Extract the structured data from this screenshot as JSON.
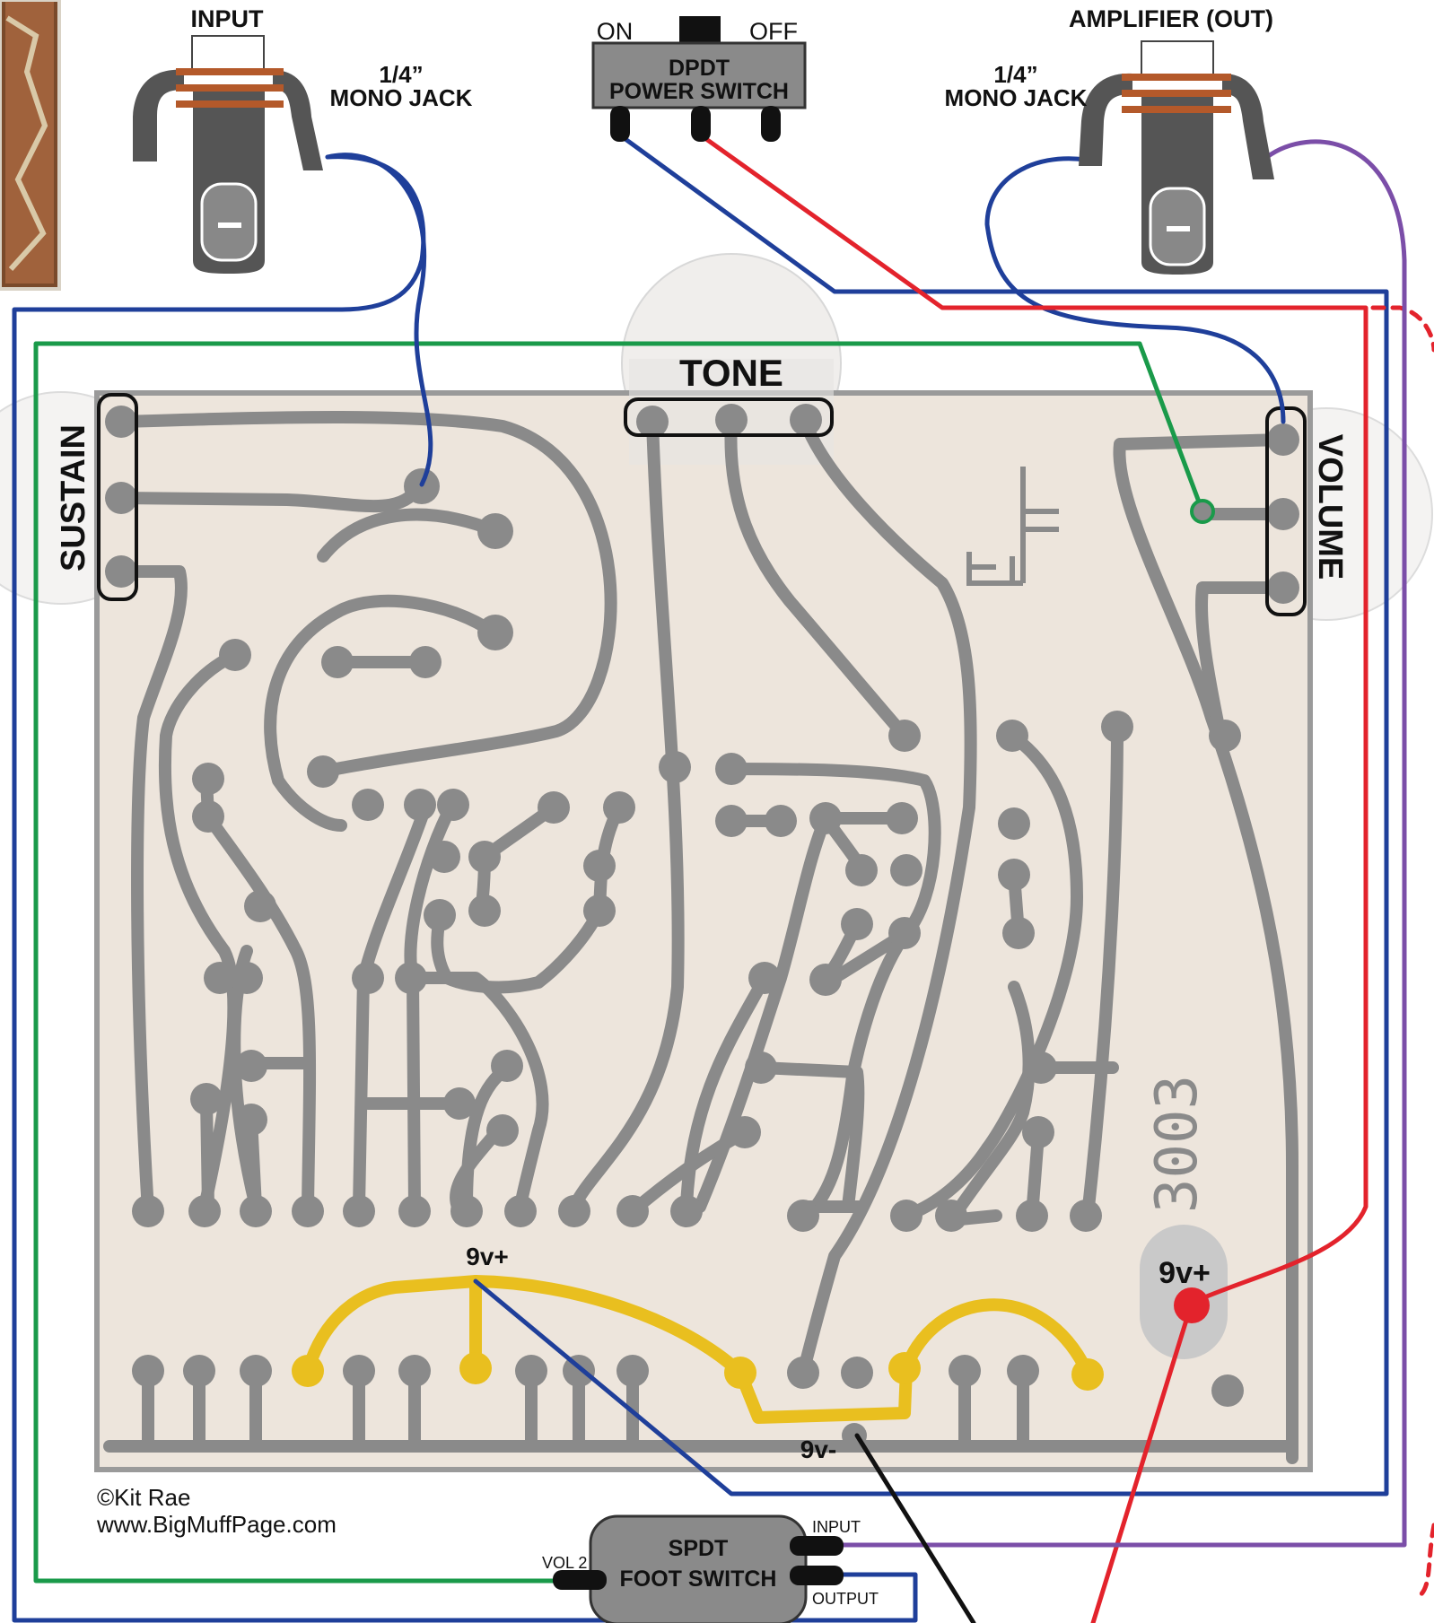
{
  "labels": {
    "input": "INPUT",
    "input_jack": [
      "1/4”",
      "MONO JACK"
    ],
    "amp_out": "AMPLIFIER (OUT)",
    "amp_jack": [
      "1/4”",
      "MONO JACK"
    ],
    "power_on": "ON",
    "power_off": "OFF",
    "power_switch": [
      "DPDT",
      "POWER SWITCH"
    ],
    "tone": "TONE",
    "sustain": "SUSTAIN",
    "volume": "VOLUME",
    "board_number": "3003",
    "nine_v_plus_board": "9v+",
    "nine_v_plus_pad": "9v+",
    "nine_v_minus": "9v-",
    "credit": "©Kit Rae",
    "website": "www.BigMuffPage.com",
    "foot_switch": [
      "SPDT",
      "FOOT SWITCH"
    ],
    "fs_input": "INPUT",
    "fs_output": "OUTPUT",
    "fs_vol2": "VOL 2"
  },
  "colors": {
    "board": "#ede5dc",
    "trace": "#8a8a8a",
    "wire_blue": "#1f3f9a",
    "wire_red": "#e3232c",
    "wire_green": "#1a9a4a",
    "wire_purple": "#7b4ea8",
    "wire_yellow": "#e9bf1f",
    "wire_black": "#111111"
  }
}
